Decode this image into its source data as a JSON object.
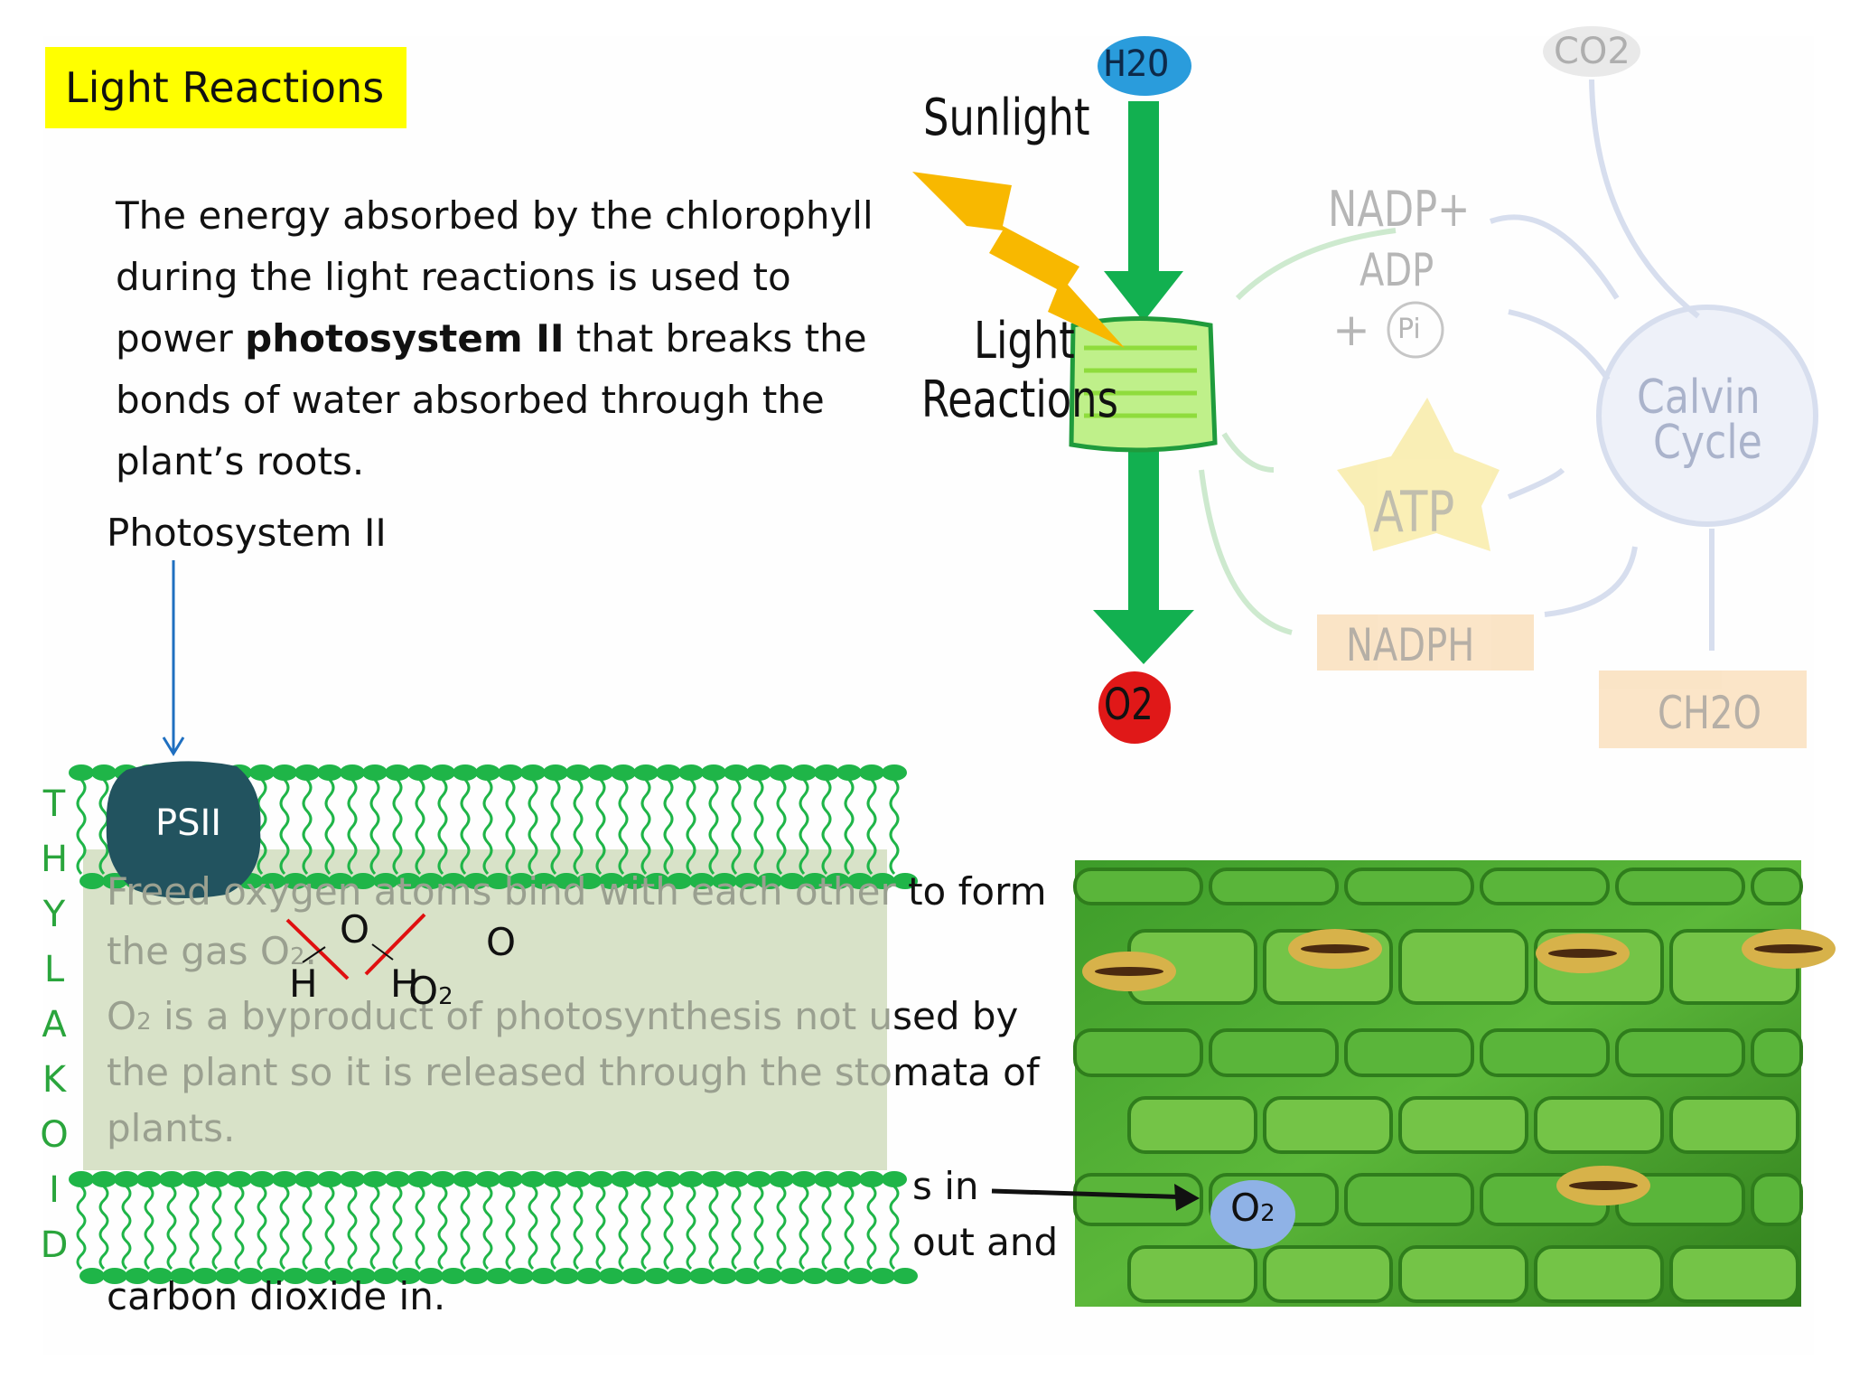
{
  "title": "Light Reactions",
  "intro": {
    "part1": "The energy absorbed by the chlorophyll during the light reactions is used to power ",
    "bold": "photosystem II",
    "part2": " that breaks the bonds of water absorbed through the plant’s roots."
  },
  "photosystem_label": "Photosystem II",
  "psii_label": "PSII",
  "thylakoid_letters": [
    "T",
    "H",
    "Y",
    "L",
    "A",
    "K",
    "O",
    "I",
    "D"
  ],
  "overlay_text": {
    "line1_faint": "Freed oxygen atoms bind with each other",
    "line1_visible": " to form",
    "line2_faint": "the gas O",
    "line2_sub": "2",
    "line2_end": ".",
    "line3_a": "O",
    "line3_sub": "2",
    "line3_faint": " is a byproduct of photosynthesis not u",
    "line3_visible": "sed by",
    "line4_faint": "the plant so it is released through the sto",
    "line4_visible": "mata of",
    "line5_faint": "plants.",
    "line6_visible": "s in",
    "line7_visible": "out and",
    "line8_visible": "carbon dioxide in."
  },
  "molecule": {
    "o_center": "O",
    "h_left": "H",
    "h_right": "H",
    "o2_label": "O",
    "o2_sub": "2",
    "free_o": "O"
  },
  "cycle_diagram": {
    "h2o": "H2O",
    "co2": "CO2",
    "sunlight": "Sunlight",
    "light_reactions_line1": "Light",
    "light_reactions_line2": "Reactions",
    "nadp": "NADP+",
    "adp": "ADP",
    "plus": "+",
    "pi": "Pi",
    "atp": "ATP",
    "nadph": "NADPH",
    "calvin_line1": "Calvin",
    "calvin_line2": "Cycle",
    "ch2o": "CH2O",
    "o2": "O2"
  },
  "stomata_label": {
    "o": "O",
    "sub": "2"
  },
  "colors": {
    "title_bg": "#ffff00",
    "membrane_green": "#1fb548",
    "psii": "#22535f",
    "arrow_blue": "#1f6fc0",
    "cross_red": "#e01010",
    "arrow_green": "#12b050",
    "o2_red": "#e01818",
    "h2o_blue": "#2a9cdc",
    "sun_yellow": "#f8b800",
    "o2_bubble": "#8fb2e6"
  }
}
